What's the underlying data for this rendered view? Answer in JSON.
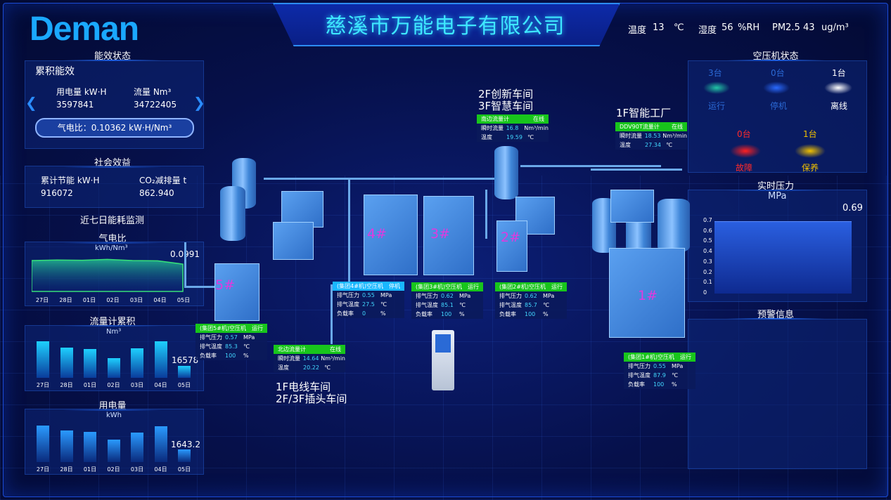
{
  "header": {
    "logo": "Deman",
    "title": "慈溪市万能电子有限公司",
    "env": {
      "temp_label": "温度",
      "temp_value": "13",
      "temp_unit": "℃",
      "hum_label": "湿度",
      "hum_value": "56",
      "hum_unit": "%RH",
      "pm_label": "PM2.5",
      "pm_value": "43",
      "pm_unit": "ug/m³"
    }
  },
  "energy_status": {
    "title": "能效状态",
    "subtitle": "累积能效",
    "power_label": "用电量 kW·H",
    "power_value": "3597841",
    "flow_label": "流量 Nm³",
    "flow_value": "34722405",
    "ratio": "气电比：0.10362 kW·H/Nm³"
  },
  "social_benefit": {
    "title": "社会效益",
    "saving_label": "累计节能 kW·H",
    "saving_value": "916072",
    "co2_label": "CO₂减排量 t",
    "co2_value": "862.940"
  },
  "seven_day": {
    "title": "近七日能耗监测",
    "ratio_chart": {
      "title": "气电比",
      "unit": "kWh/Nm³",
      "last": "0.0991",
      "days": [
        "27日",
        "28日",
        "01日",
        "02日",
        "03日",
        "04日",
        "05日"
      ],
      "values": [
        0.112,
        0.114,
        0.113,
        0.116,
        0.112,
        0.111,
        0.0991
      ]
    },
    "flow_chart": {
      "title": "流量计累积",
      "unit": "Nm³",
      "last": "16578",
      "days": [
        "27日",
        "28日",
        "01日",
        "02日",
        "03日",
        "04日",
        "05日"
      ],
      "values": [
        52000,
        43000,
        41000,
        28000,
        42000,
        52000,
        16578
      ]
    },
    "power_chart": {
      "title": "用电量",
      "unit": "kWh",
      "last": "1643.2",
      "days": [
        "27日",
        "28日",
        "01日",
        "02日",
        "03日",
        "04日",
        "05日"
      ],
      "values": [
        4700,
        4100,
        3900,
        2900,
        3800,
        4600,
        1643.2
      ]
    }
  },
  "compressor_status": {
    "title": "空压机状态",
    "running_count": "3台",
    "running_label": "运行",
    "stopped_count": "0台",
    "stopped_label": "停机",
    "offline_count": "1台",
    "offline_label": "离线",
    "fault_count": "0台",
    "fault_label": "故障",
    "maint_count": "1台",
    "maint_label": "保养"
  },
  "realtime_pressure": {
    "title": "实时压力",
    "unit": "MPa",
    "value": "0.69",
    "ticks": [
      "0.7",
      "0.6",
      "0.5",
      "0.4",
      "0.3",
      "0.2",
      "0.1",
      "0"
    ],
    "chart_data": {
      "type": "area",
      "y": [
        0.69,
        0.69
      ],
      "ylim": [
        0,
        0.7
      ]
    }
  },
  "warning": {
    "title": "预警信息"
  },
  "areas": {
    "top_mid": {
      "line1": "2F创新车间",
      "line2": "3F智慧车间"
    },
    "top_right": {
      "line1": "1F智能工厂"
    },
    "bottom_mid": {
      "line1": "1F电线车间",
      "line2": "2F/3F插头车间"
    }
  },
  "meters": {
    "south": {
      "name": "南边流量计",
      "status": "在线",
      "flow_label": "瞬时流量",
      "flow": "16.8",
      "flow_unit": "Nm³/min",
      "temp_label": "温度",
      "temp": "19.59",
      "temp_unit": "℃"
    },
    "ddv": {
      "name": "DDV90T流量计",
      "status": "在线",
      "flow_label": "瞬时流量",
      "flow": "18.53",
      "flow_unit": "Nm³/min",
      "temp_label": "温度",
      "temp": "27.34",
      "temp_unit": "℃"
    },
    "north": {
      "name": "北边流量计",
      "status": "在线",
      "flow_label": "瞬时流量",
      "flow": "14.64",
      "flow_unit": "Nm³/min",
      "temp_label": "温度",
      "temp": "20.22",
      "temp_unit": "℃"
    }
  },
  "machines": {
    "m5": {
      "num": "5#",
      "name": "(集团5#机)空压机",
      "status": "运行",
      "p": "0.57",
      "t": "85.3",
      "l": "100"
    },
    "m4": {
      "num": "4#",
      "name": "(集团4#机)空压机",
      "status": "停机",
      "p": "0.55",
      "t": "27.5",
      "l": "0"
    },
    "m3": {
      "num": "3#",
      "name": "(集团3#机)空压机",
      "status": "运行",
      "p": "0.62",
      "t": "85.1",
      "l": "100"
    },
    "m2": {
      "num": "2#",
      "name": "(集团2#机)空压机",
      "status": "运行",
      "p": "0.62",
      "t": "85.7",
      "l": "100"
    },
    "m1": {
      "num": "1#",
      "name": "(集团1#机)空压机",
      "status": "运行",
      "p": "0.55",
      "t": "87.9",
      "l": "100"
    }
  },
  "labels": {
    "p_label": "排气压力",
    "p_unit": "MPa",
    "t_label": "排气温度",
    "t_unit": "℃",
    "l_label": "负载率",
    "l_unit": "%"
  },
  "colors": {
    "accent": "#3ee7ff",
    "running": "#18c51c",
    "stopped": "#19b7ff",
    "fault": "#ff2a2a",
    "maint": "#f0c000"
  }
}
